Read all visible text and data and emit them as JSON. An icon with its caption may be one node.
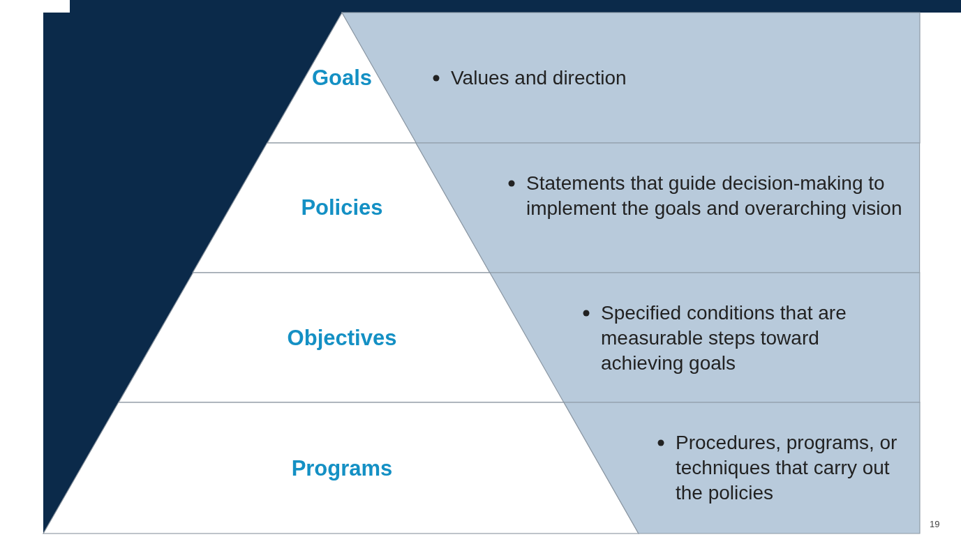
{
  "diagram": {
    "nodes": [
      {
        "text": [
          "Goals"
        ]
      },
      {
        "text": [
          "Values and direction"
        ]
      },
      {
        "text": [
          "Policies"
        ]
      },
      {
        "text": [
          "Statements that guide decision-making to implement the goals and overarching vision"
        ]
      },
      {
        "text": [
          "Objectives"
        ]
      },
      {
        "text": [
          "Specified conditions that are measurable steps toward achieving goals"
        ]
      },
      {
        "text": [
          "Programs"
        ]
      },
      {
        "text": [
          "Procedures, programs, or techniques that carry out the policies"
        ]
      }
    ],
    "edges": [],
    "labels": [
      "19"
    ]
  }
}
